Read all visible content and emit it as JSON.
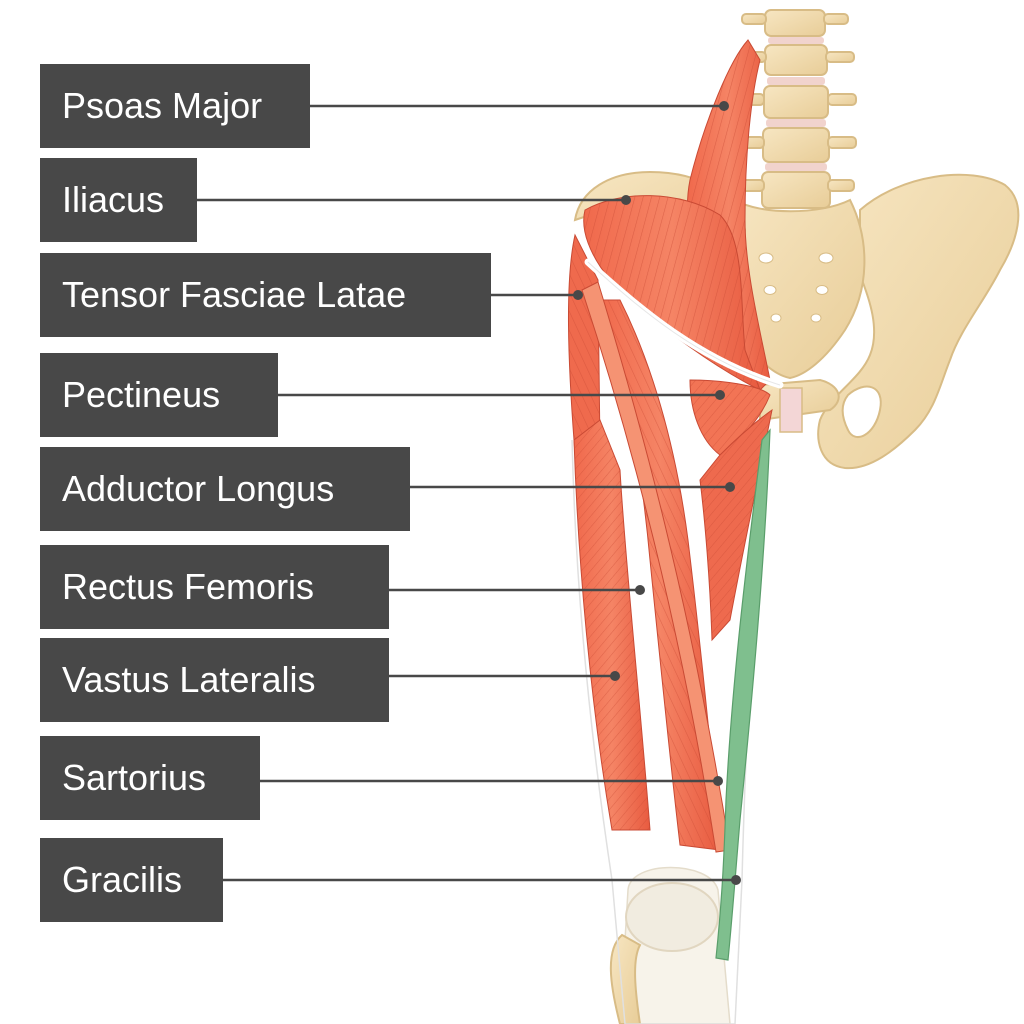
{
  "labels": [
    {
      "id": "psoas-major",
      "text": "Psoas Major"
    },
    {
      "id": "iliacus",
      "text": "Iliacus"
    },
    {
      "id": "tensor-fasciae-latae",
      "text": "Tensor Fasciae Latae"
    },
    {
      "id": "pectineus",
      "text": "Pectineus"
    },
    {
      "id": "adductor-longus",
      "text": "Adductor Longus"
    },
    {
      "id": "rectus-femoris",
      "text": "Rectus Femoris"
    },
    {
      "id": "vastus-lateralis",
      "text": "Vastus Lateralis"
    },
    {
      "id": "sartorius",
      "text": "Sartorius"
    },
    {
      "id": "gracilis",
      "text": "Gracilis"
    }
  ],
  "highlighted_muscle": "gracilis",
  "colors": {
    "label_bg": "#484848",
    "label_text": "#ffffff",
    "muscle": "#ee6a4e",
    "muscle_dark": "#d24a32",
    "bone": "#f2dcae",
    "bone_outline": "#dcc08a",
    "highlight": "#7fbf8e",
    "leader_line": "#484848"
  }
}
